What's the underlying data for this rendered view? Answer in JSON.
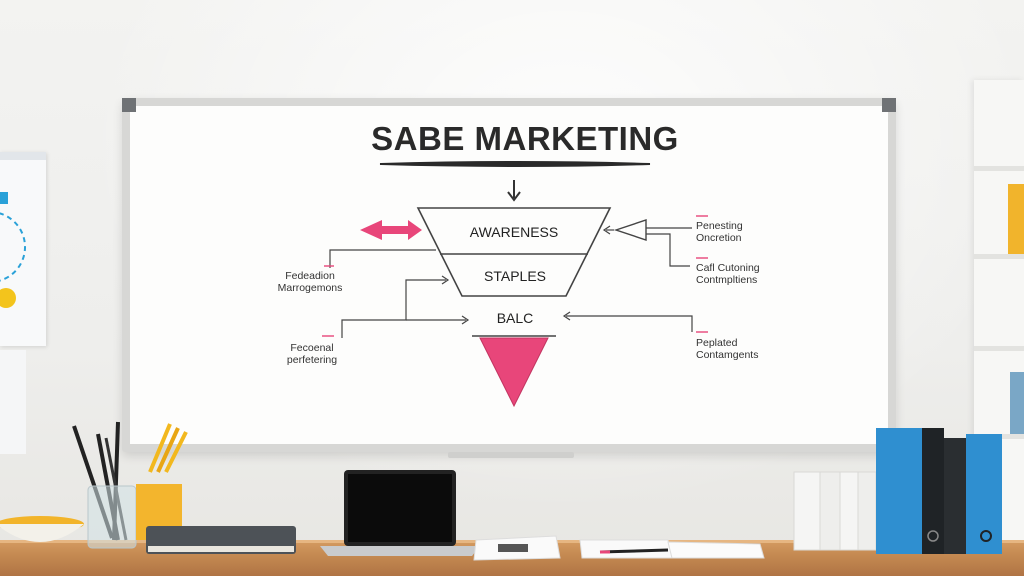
{
  "whiteboard": {
    "title": "SABE MARKETING",
    "funnel": {
      "stages": [
        "AWARENESS",
        "STAPLES",
        "BALC"
      ],
      "accent_color": "#e8467a"
    },
    "left_notes": [
      {
        "line1": "Fedeadion",
        "line2": "Marrogemons"
      },
      {
        "line1": "Fecoenal",
        "line2": "perfetering"
      }
    ],
    "right_notes": [
      {
        "line1": "Penesting",
        "line2": "Oncretion"
      },
      {
        "line1": "Cafl Cutoning",
        "line2": "Contmpltiens"
      },
      {
        "line1": "Peplated",
        "line2": "Contamgents"
      }
    ]
  },
  "colors": {
    "wall": "#f0f0ee",
    "desk": "#c98d55",
    "binder_blue": "#2f8fd0",
    "pencil_holder": "#f3b52d"
  }
}
